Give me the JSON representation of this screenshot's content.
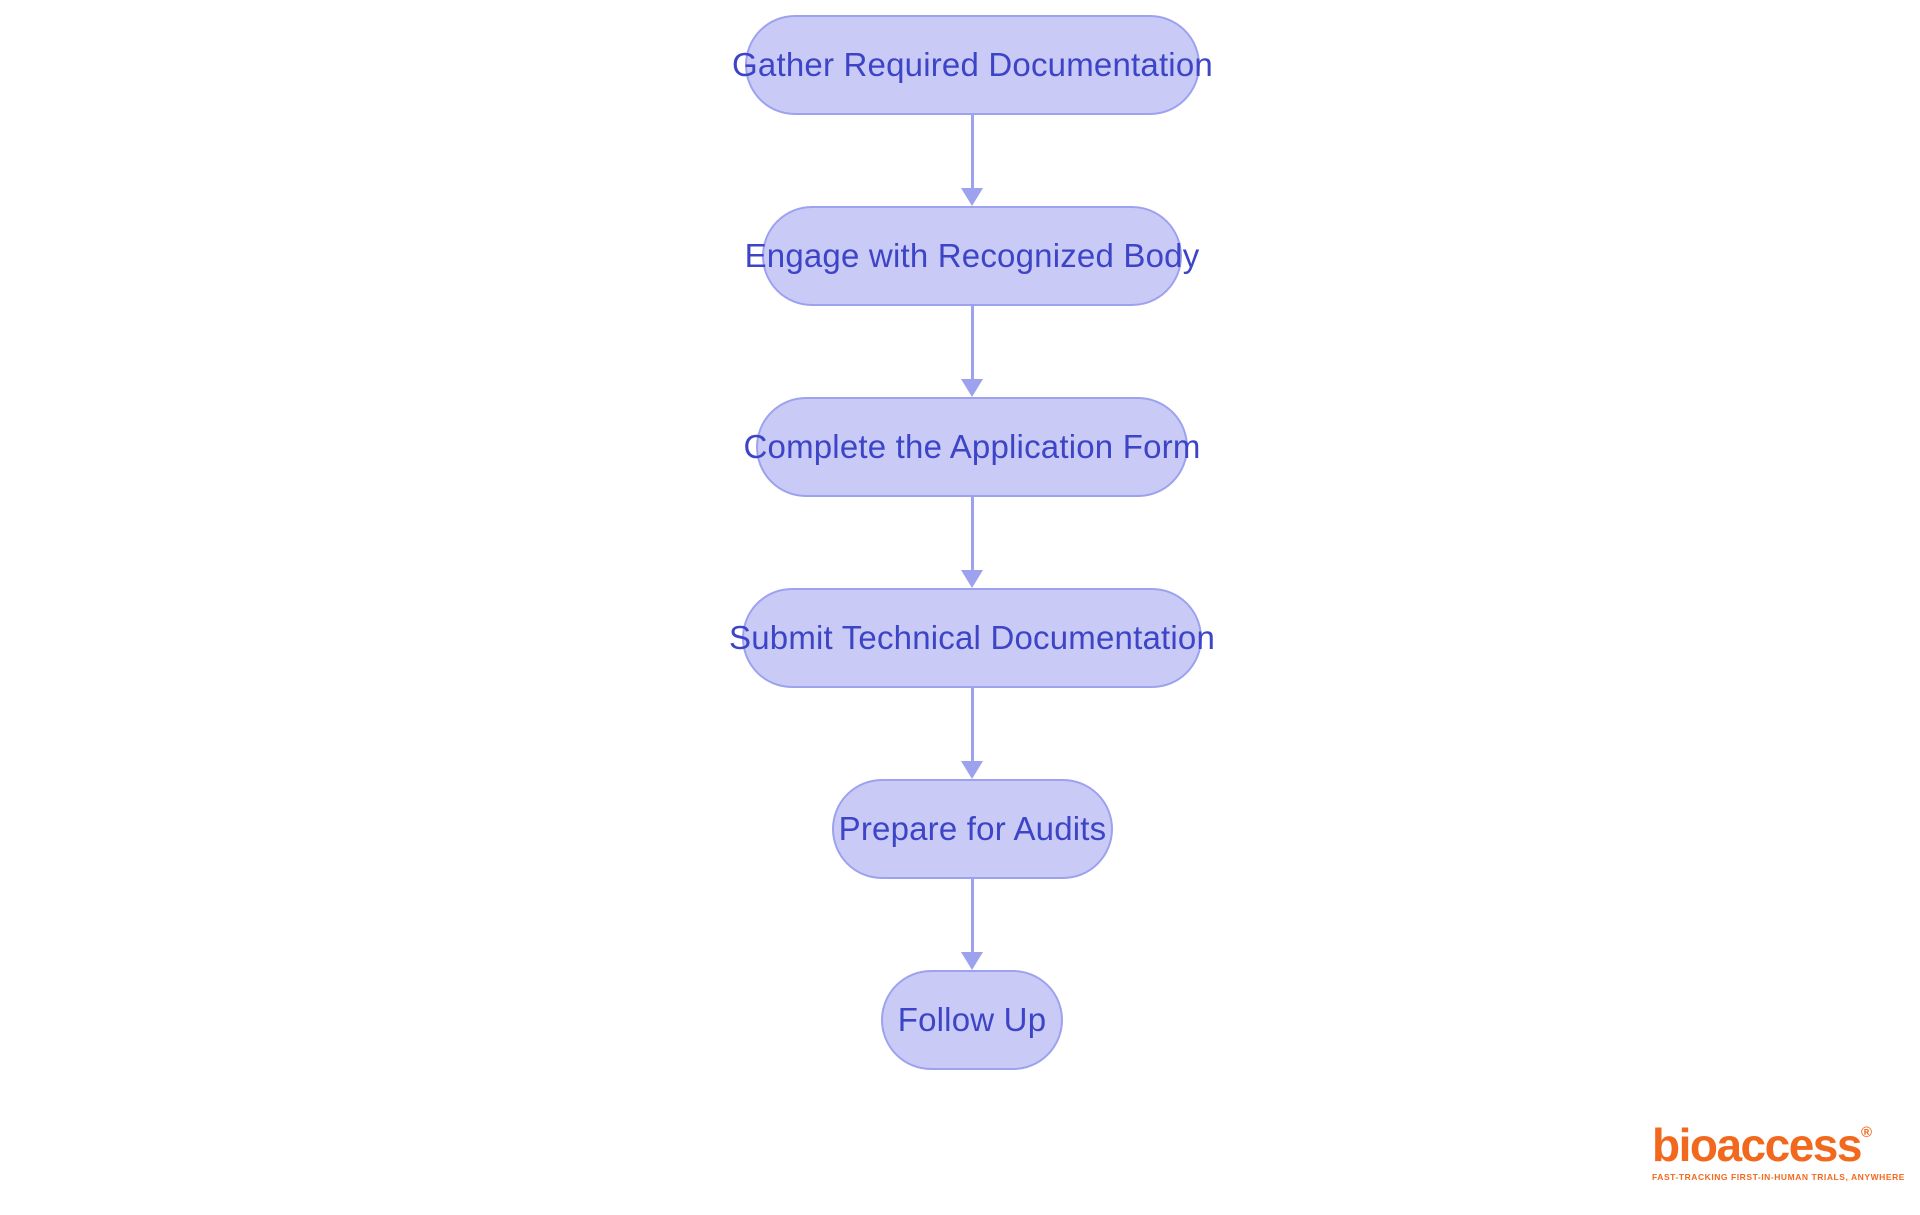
{
  "colors": {
    "background": "#ffffff",
    "node-fill": "#c9cbf6",
    "node-border": "#9da2ef",
    "node-text": "#3d44c6",
    "arrow": "#9da2ef",
    "logo": "#f2691d"
  },
  "flowchart": {
    "type": "flowchart",
    "direction": "top-down",
    "nodes": [
      {
        "id": "gather-required-documentation",
        "label": "Gather Required Documentation"
      },
      {
        "id": "engage-with-recognized-body",
        "label": "Engage with Recognized Body"
      },
      {
        "id": "complete-the-application-form",
        "label": "Complete the Application Form"
      },
      {
        "id": "submit-technical-documentation",
        "label": "Submit Technical Documentation"
      },
      {
        "id": "prepare-for-audits",
        "label": "Prepare for Audits"
      },
      {
        "id": "follow-up",
        "label": "Follow Up"
      }
    ],
    "edges": [
      {
        "from": "gather-required-documentation",
        "to": "engage-with-recognized-body"
      },
      {
        "from": "engage-with-recognized-body",
        "to": "complete-the-application-form"
      },
      {
        "from": "complete-the-application-form",
        "to": "submit-technical-documentation"
      },
      {
        "from": "submit-technical-documentation",
        "to": "prepare-for-audits"
      },
      {
        "from": "prepare-for-audits",
        "to": "follow-up"
      }
    ]
  },
  "logo": {
    "wordmark": "bioaccess",
    "registered_mark": "®",
    "tagline": "FAST-TRACKING FIRST-IN-HUMAN TRIALS, ANYWHERE"
  }
}
